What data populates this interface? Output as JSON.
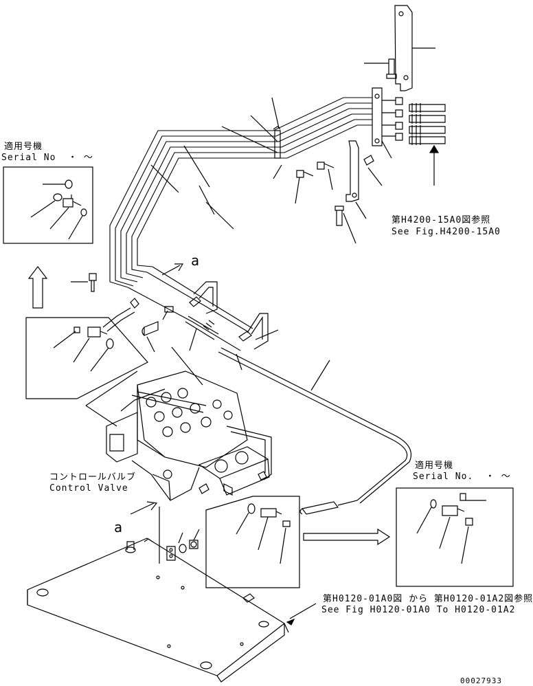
{
  "labels": {
    "serial_jp_left": "適用号機",
    "serial_en_left": "Serial No  ・ 〜",
    "serial_jp_right": "適用号機",
    "serial_en_right": "Serial No.  ・ 〜",
    "ref_h4200_jp": "第H4200-15A0図参照",
    "ref_h4200_en": "See Fig.H4200-15A0",
    "control_valve_jp": "コントロールバルブ",
    "control_valve_en": "Control Valve",
    "ref_h0120_jp": "第H0120-01A0図 から 第H0120-01A2図参照",
    "ref_h0120_en": "See Fig H0120-01A0 To H0120-01A2",
    "view_a_top": "a",
    "view_a_bottom": "a",
    "drawing_number": "00027933"
  }
}
